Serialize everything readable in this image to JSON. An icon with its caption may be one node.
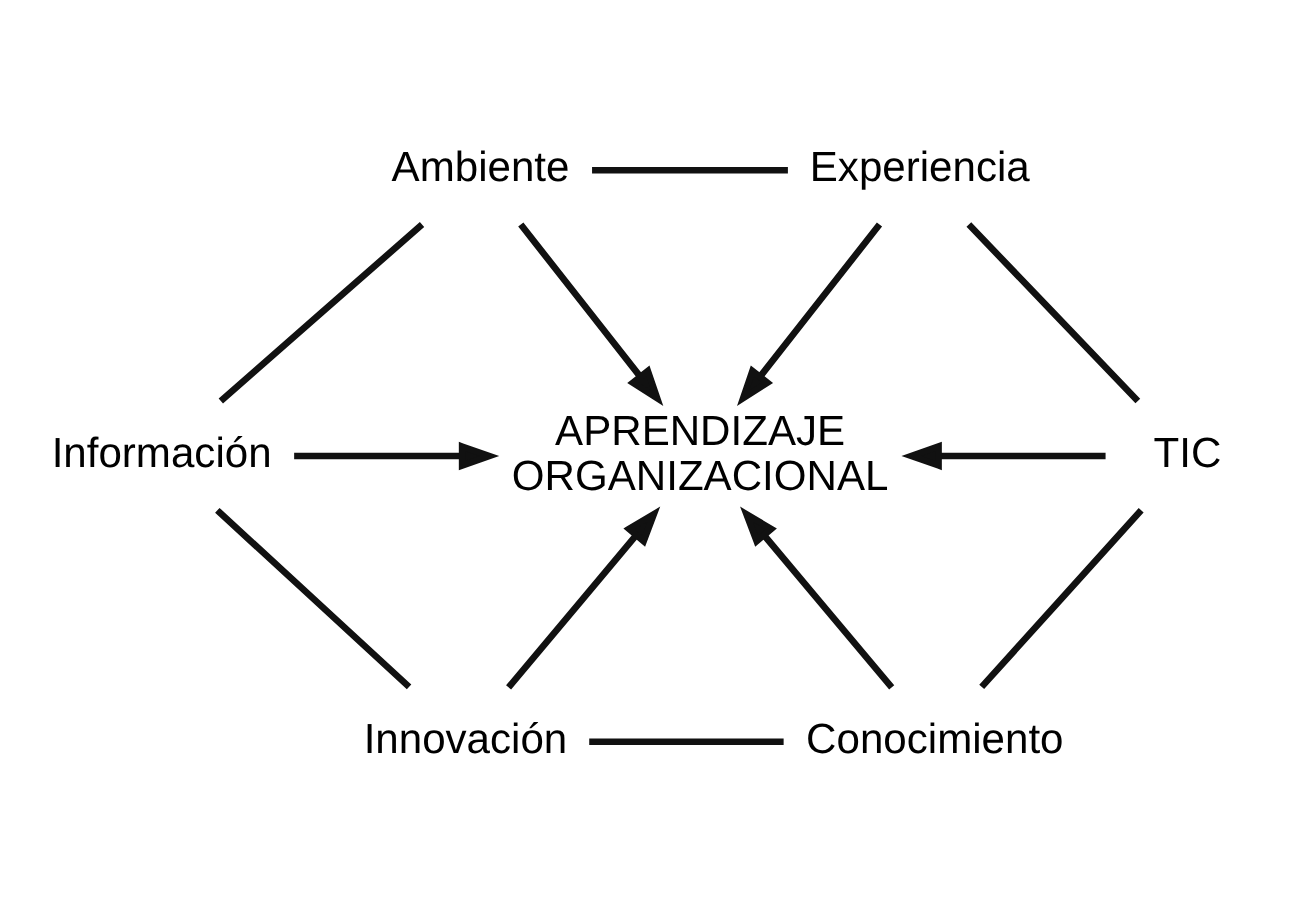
{
  "diagram": {
    "nodes": [
      {
        "text": [
          "Ambiente"
        ]
      },
      {
        "text": [
          "Experiencia"
        ]
      },
      {
        "text": [
          "Información"
        ]
      },
      {
        "text": [
          "APRENDIZAJE ORGANIZACIONAL"
        ]
      },
      {
        "text": [
          "TIC"
        ]
      },
      {
        "text": [
          "Innovación"
        ]
      },
      {
        "text": [
          "Conocimiento"
        ]
      }
    ],
    "edges": [
      {
        "from": 0,
        "to": 1,
        "arrow": "none"
      },
      {
        "from": 1,
        "to": 4,
        "arrow": "none"
      },
      {
        "from": 4,
        "to": 6,
        "arrow": "none"
      },
      {
        "from": 5,
        "to": 6,
        "arrow": "none"
      },
      {
        "from": 2,
        "to": 5,
        "arrow": "none"
      },
      {
        "from": 0,
        "to": 2,
        "arrow": "none"
      },
      {
        "from": 0,
        "to": 3,
        "arrow": "to"
      },
      {
        "from": 1,
        "to": 3,
        "arrow": "to"
      },
      {
        "from": 2,
        "to": 3,
        "arrow": "to"
      },
      {
        "from": 4,
        "to": 3,
        "arrow": "to"
      },
      {
        "from": 5,
        "to": 3,
        "arrow": "to"
      },
      {
        "from": 6,
        "to": 3,
        "arrow": "to"
      }
    ]
  }
}
